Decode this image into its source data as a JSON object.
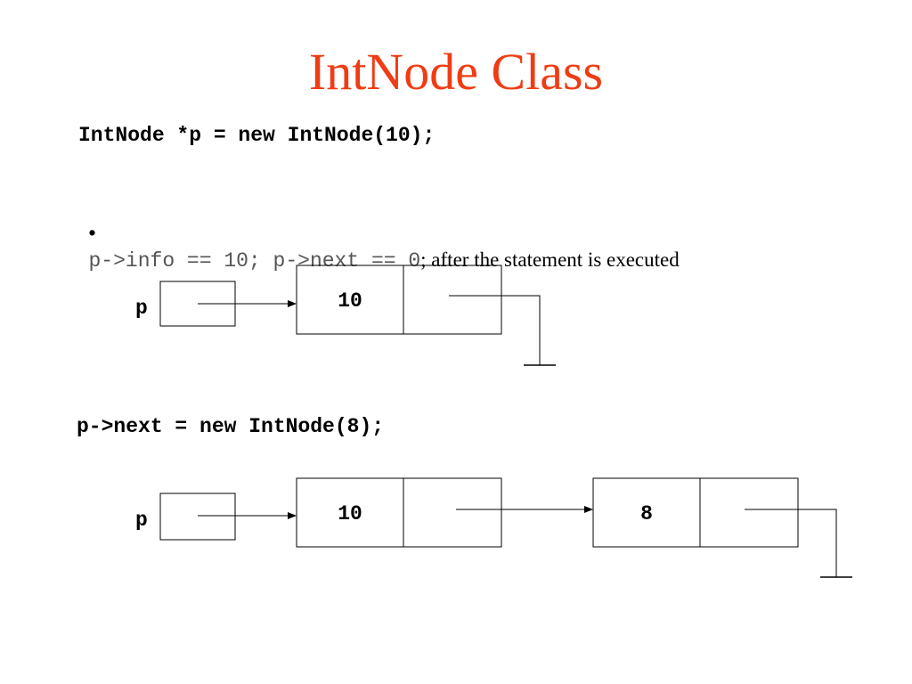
{
  "slide": {
    "title": "IntNode Class",
    "title_color": "#f03c14",
    "statement1": "IntNode *p = new IntNode(10);",
    "bullet": {
      "marker": "•",
      "code": "p->info == 10; p->next == 0",
      "text": "; after the statement is executed"
    },
    "statement2": "p->next = new IntNode(8);"
  },
  "diagram1": {
    "pointer_label": "p",
    "nodes": [
      {
        "info": "10",
        "next": "null"
      }
    ]
  },
  "diagram2": {
    "pointer_label": "p",
    "nodes": [
      {
        "info": "10",
        "next": "node"
      },
      {
        "info": "8",
        "next": "null"
      }
    ]
  }
}
